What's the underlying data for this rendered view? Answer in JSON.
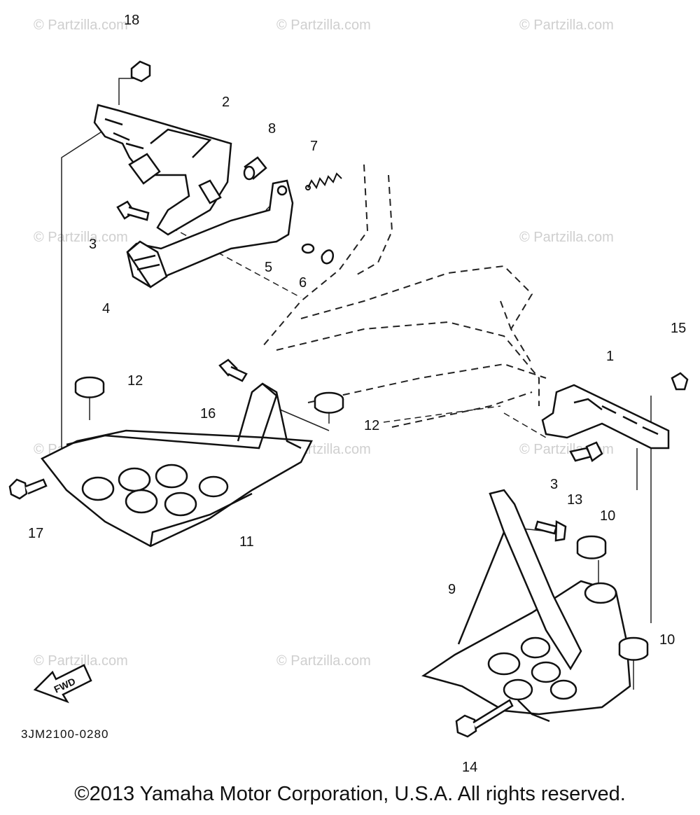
{
  "watermark": "© Partzilla.com",
  "diagram_code": "3JM2100-0280",
  "fwd_label": "FWD",
  "copyright": "©2013 Yamaha Motor Corporation, U.S.A. All rights reserved.",
  "callouts": {
    "c1": "1",
    "c2": "2",
    "c3a": "3",
    "c3b": "3",
    "c4": "4",
    "c5": "5",
    "c6": "6",
    "c7": "7",
    "c8": "8",
    "c9": "9",
    "c10a": "10",
    "c10b": "10",
    "c11": "11",
    "c12a": "12",
    "c12b": "12",
    "c13": "13",
    "c14": "14",
    "c15": "15",
    "c16": "16",
    "c17": "17",
    "c18": "18"
  }
}
